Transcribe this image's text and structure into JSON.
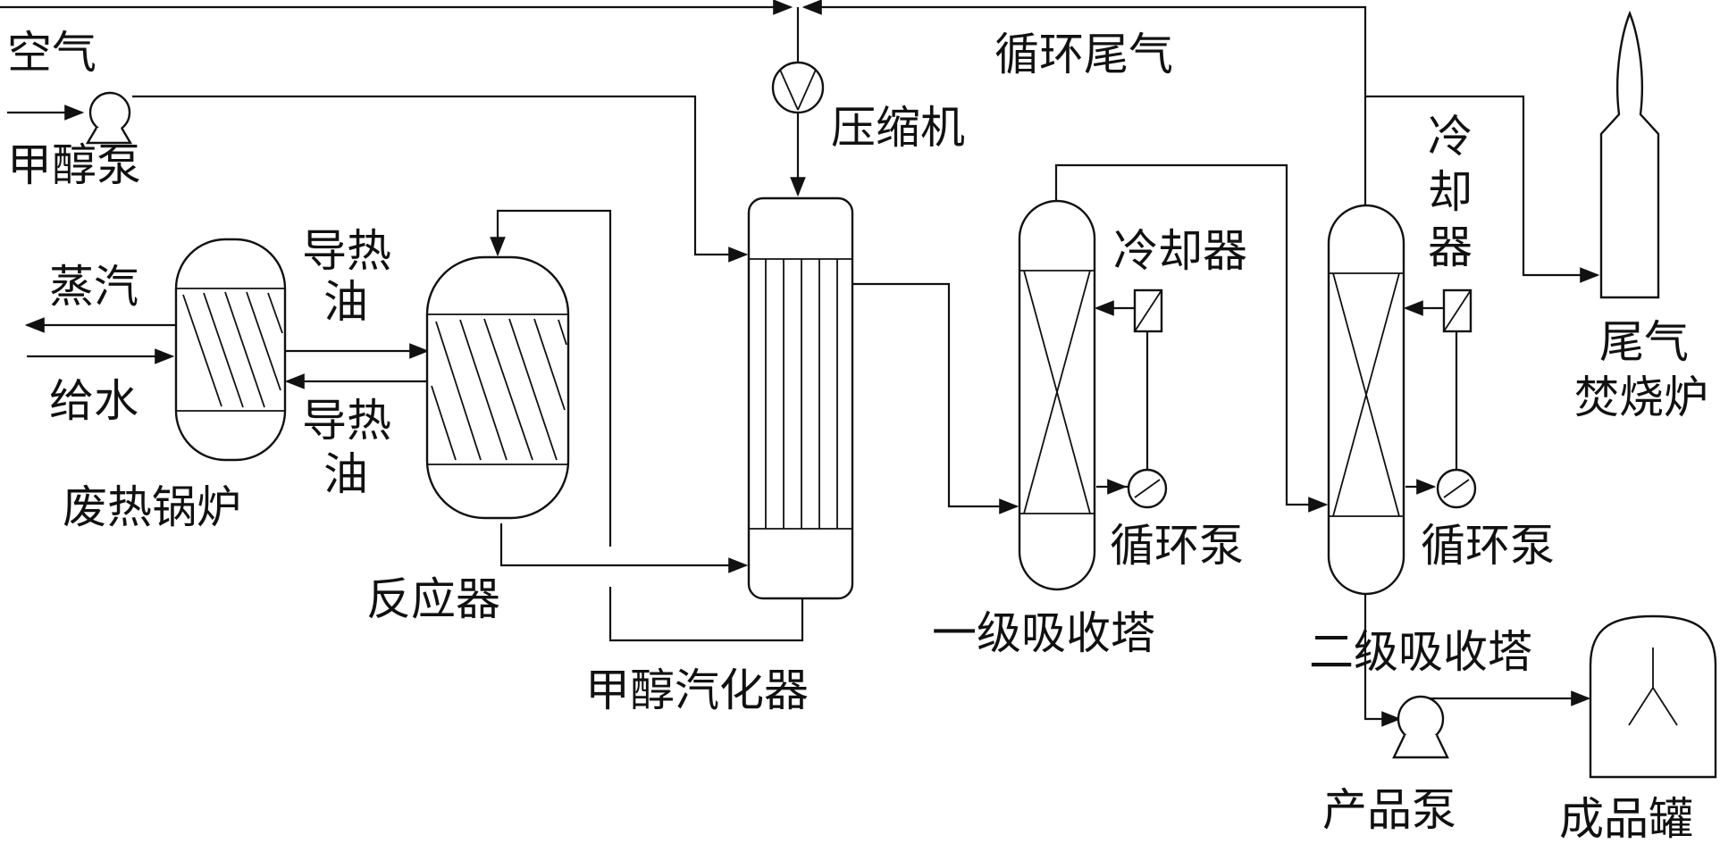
{
  "labels": {
    "air": "空气",
    "methanol_pump": "甲醇泵",
    "steam": "蒸汽",
    "feed_water": "给水",
    "waste_heat_boiler": "废热锅炉",
    "heat_oil_top_1": "导热",
    "heat_oil_top_2": "油",
    "heat_oil_bottom_1": "导热",
    "heat_oil_bottom_2": "油",
    "reactor": "反应器",
    "compressor": "压缩机",
    "recycle_tail_gas": "循环尾气",
    "methanol_vaporizer": "甲醇汽化器",
    "cooler_1": "冷却器",
    "circulation_pump_1": "循环泵",
    "primary_absorber": "一级吸收塔",
    "cooler_2_line1": "冷",
    "cooler_2_line2": "却",
    "cooler_2_line3": "器",
    "circulation_pump_2": "循环泵",
    "secondary_absorber": "二级吸收塔",
    "incinerator_1": "尾气",
    "incinerator_2": "焚烧炉",
    "product_pump": "产品泵",
    "product_tank": "成品罐"
  }
}
